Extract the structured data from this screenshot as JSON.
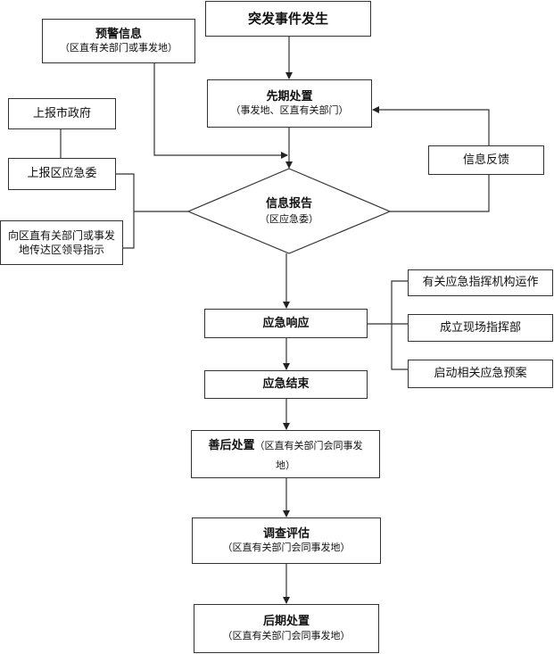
{
  "nodes": {
    "event": {
      "title": "突发事件发生"
    },
    "warning": {
      "title": "预警信息",
      "sub": "（区直有关部门或事发地）"
    },
    "initial": {
      "title": "先期处置",
      "sub": "（事发地、区直有关部门）"
    },
    "report": {
      "title": "信息报告",
      "sub": "（区应急委）"
    },
    "feedback": {
      "title": "信息反馈"
    },
    "city": {
      "title": "上报市政府"
    },
    "district": {
      "title": "上报区应急委"
    },
    "convey": {
      "title": "向区直有关部门或事发地传达区领导指示"
    },
    "response": {
      "title": "应急响应"
    },
    "command": {
      "title": "有关应急指挥机构运作"
    },
    "site": {
      "title": "成立现场指挥部"
    },
    "plan": {
      "title": "启动相关应急预案"
    },
    "end": {
      "title": "应急结束"
    },
    "aftermath": {
      "title": "善后处置",
      "sub": "（区直有关部门会同事发地）"
    },
    "assess": {
      "title": "调查评估",
      "sub": "（区直有关部门会同事发地）"
    },
    "later": {
      "title": "后期处置",
      "sub": "（区直有关部门会同事发地）"
    }
  }
}
